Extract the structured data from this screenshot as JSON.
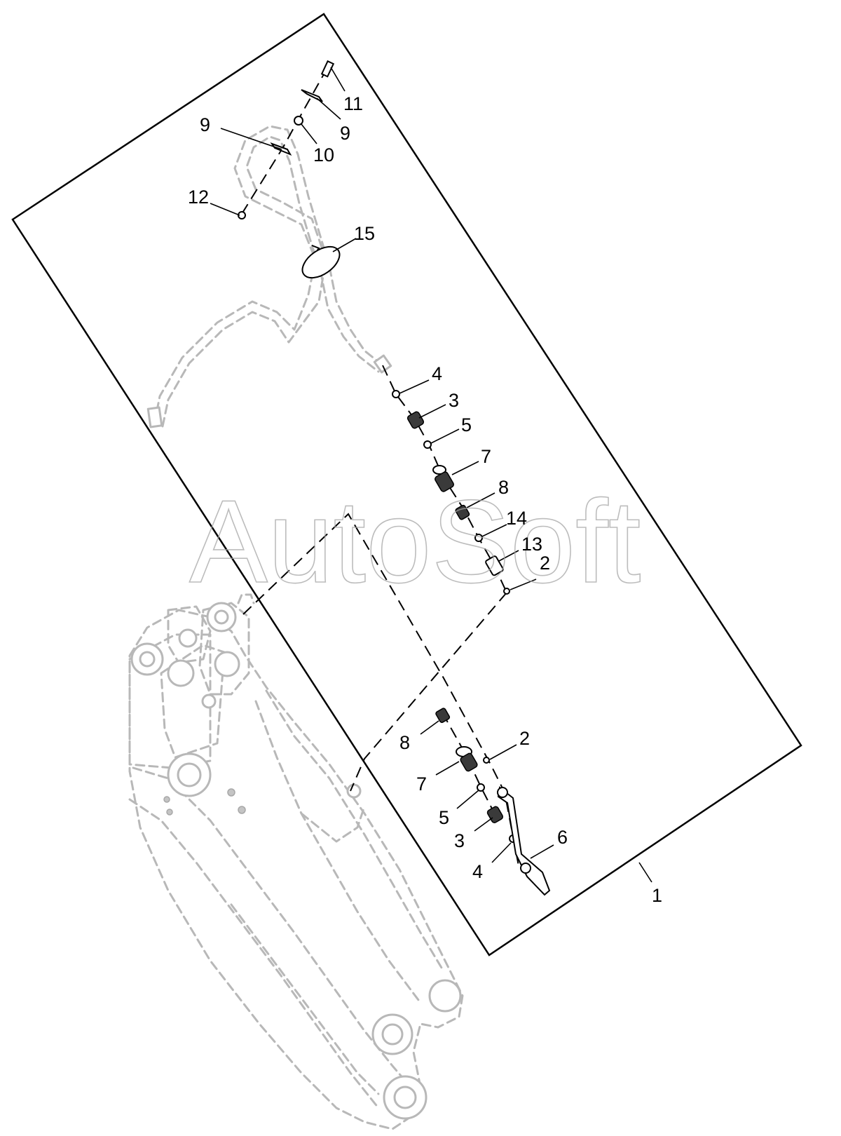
{
  "diagram": {
    "watermark": "AutoSoft",
    "callouts": [
      {
        "id": "c11",
        "label": "11"
      },
      {
        "id": "c9a",
        "label": "9"
      },
      {
        "id": "c9b",
        "label": "9"
      },
      {
        "id": "c10",
        "label": "10"
      },
      {
        "id": "c12",
        "label": "12"
      },
      {
        "id": "c15",
        "label": "15"
      },
      {
        "id": "c4a",
        "label": "4"
      },
      {
        "id": "c3a",
        "label": "3"
      },
      {
        "id": "c5a",
        "label": "5"
      },
      {
        "id": "c7a",
        "label": "7"
      },
      {
        "id": "c8a",
        "label": "8"
      },
      {
        "id": "c14",
        "label": "14"
      },
      {
        "id": "c13",
        "label": "13"
      },
      {
        "id": "c2a",
        "label": "2"
      },
      {
        "id": "c2b",
        "label": "2"
      },
      {
        "id": "c8b",
        "label": "8"
      },
      {
        "id": "c7b",
        "label": "7"
      },
      {
        "id": "c5b",
        "label": "5"
      },
      {
        "id": "c3b",
        "label": "3"
      },
      {
        "id": "c6",
        "label": "6"
      },
      {
        "id": "c4b",
        "label": "4"
      },
      {
        "id": "c1",
        "label": "1"
      }
    ]
  }
}
